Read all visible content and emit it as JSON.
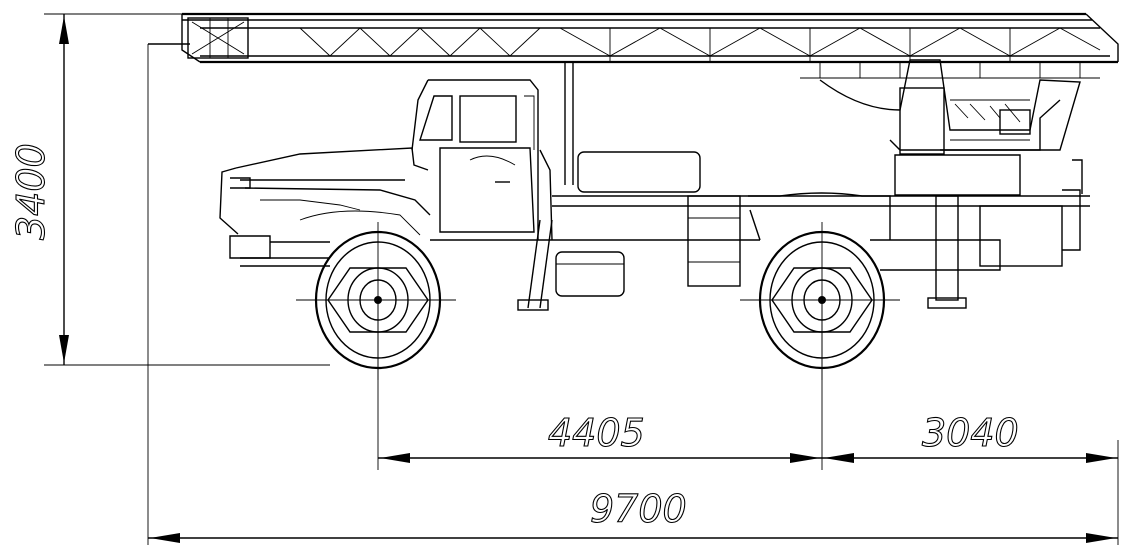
{
  "dimensions": {
    "overall_height": "3400",
    "wheelbase": "4405",
    "rear_overhang": "3040",
    "overall_length": "9700"
  }
}
